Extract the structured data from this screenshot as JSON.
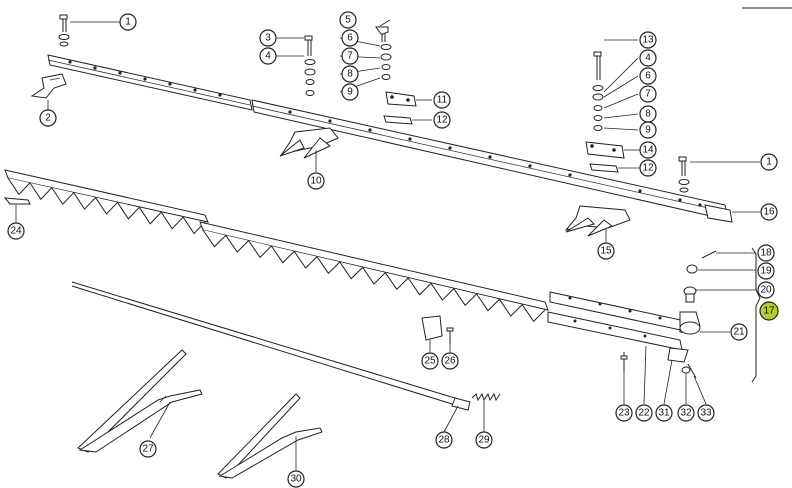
{
  "callouts": [
    {
      "id": "c1a",
      "label": "1"
    },
    {
      "id": "c2",
      "label": "2"
    },
    {
      "id": "c3",
      "label": "3"
    },
    {
      "id": "c4a",
      "label": "4"
    },
    {
      "id": "c5",
      "label": "5"
    },
    {
      "id": "c6a",
      "label": "6"
    },
    {
      "id": "c7a",
      "label": "7"
    },
    {
      "id": "c8a",
      "label": "8"
    },
    {
      "id": "c9a",
      "label": "9"
    },
    {
      "id": "c10",
      "label": "10"
    },
    {
      "id": "c11",
      "label": "11"
    },
    {
      "id": "c12a",
      "label": "12"
    },
    {
      "id": "c13",
      "label": "13"
    },
    {
      "id": "c4b",
      "label": "4"
    },
    {
      "id": "c6b",
      "label": "6"
    },
    {
      "id": "c7b",
      "label": "7"
    },
    {
      "id": "c8b",
      "label": "8"
    },
    {
      "id": "c9b",
      "label": "9"
    },
    {
      "id": "c14",
      "label": "14"
    },
    {
      "id": "c12b",
      "label": "12"
    },
    {
      "id": "c1b",
      "label": "1"
    },
    {
      "id": "c16",
      "label": "16"
    },
    {
      "id": "c15",
      "label": "15"
    },
    {
      "id": "c24",
      "label": "24"
    },
    {
      "id": "c18",
      "label": "18"
    },
    {
      "id": "c19",
      "label": "19"
    },
    {
      "id": "c20",
      "label": "20"
    },
    {
      "id": "c17",
      "label": "17",
      "highlight": true
    },
    {
      "id": "c21",
      "label": "21"
    },
    {
      "id": "c25",
      "label": "25"
    },
    {
      "id": "c26",
      "label": "26"
    },
    {
      "id": "c23",
      "label": "23"
    },
    {
      "id": "c22",
      "label": "22"
    },
    {
      "id": "c31",
      "label": "31"
    },
    {
      "id": "c32",
      "label": "32"
    },
    {
      "id": "c33",
      "label": "33"
    },
    {
      "id": "c27",
      "label": "27"
    },
    {
      "id": "c28",
      "label": "28"
    },
    {
      "id": "c29",
      "label": "29"
    },
    {
      "id": "c30",
      "label": "30"
    }
  ],
  "colors": {
    "line": "#222222",
    "highlight": "#b5cc2e",
    "background": "#ffffff"
  }
}
